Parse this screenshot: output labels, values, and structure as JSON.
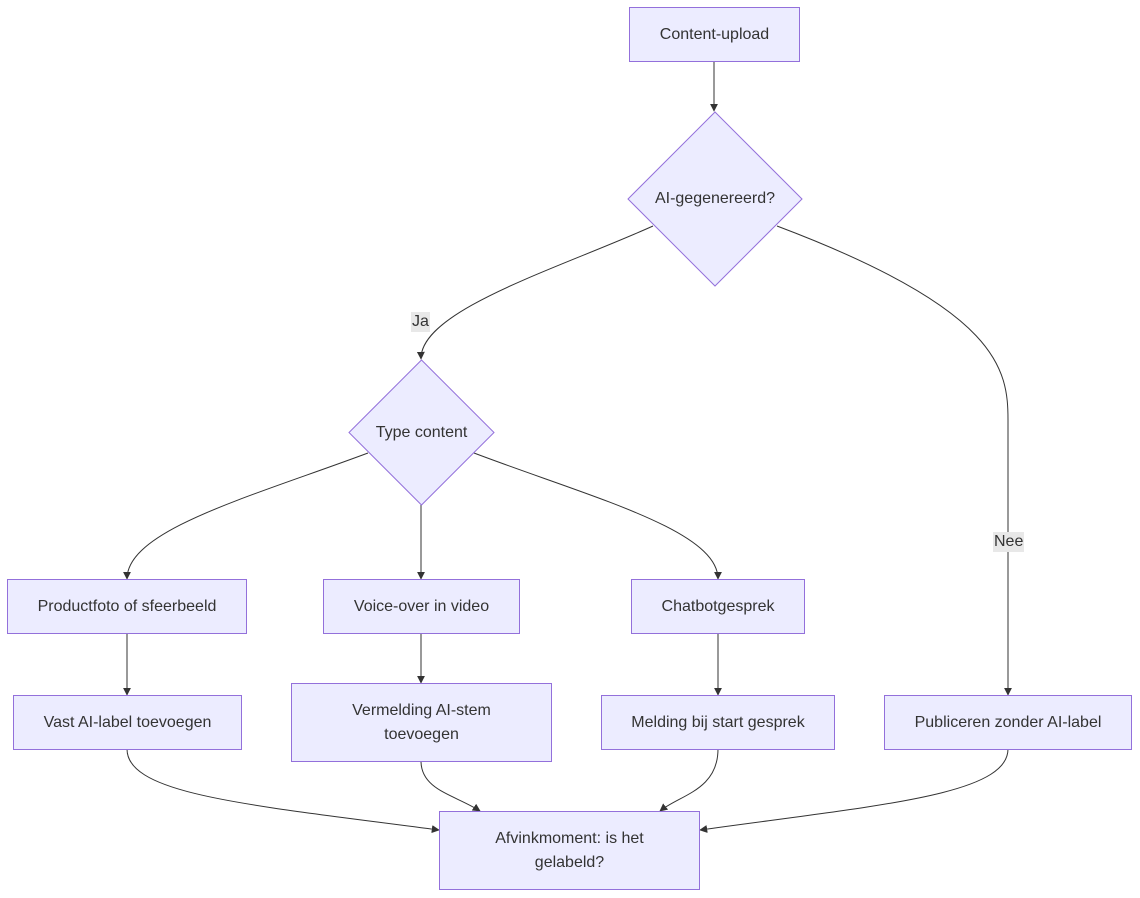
{
  "colors": {
    "node_fill": "#ECECFF",
    "node_stroke": "#9370DB",
    "edge": "#333333",
    "text": "#333333",
    "label_bg": "#e8e8e8"
  },
  "nodes": {
    "upload": "Content-upload",
    "ai_generated": "AI-gegenereerd?",
    "type_content": "Type content",
    "productfoto": "Productfoto of sfeerbeeld",
    "voiceover": "Voice-over in video",
    "chatbot": "Chatbotgesprek",
    "vast_label": "Vast AI-label toevoegen",
    "vermelding": "Vermelding AI-stem toevoegen",
    "melding": "Melding bij start gesprek",
    "publiceren": "Publiceren zonder AI-label",
    "afvinkmoment": "Afvinkmoment: is het gelabeld?"
  },
  "edge_labels": {
    "ja": "Ja",
    "nee": "Nee"
  }
}
